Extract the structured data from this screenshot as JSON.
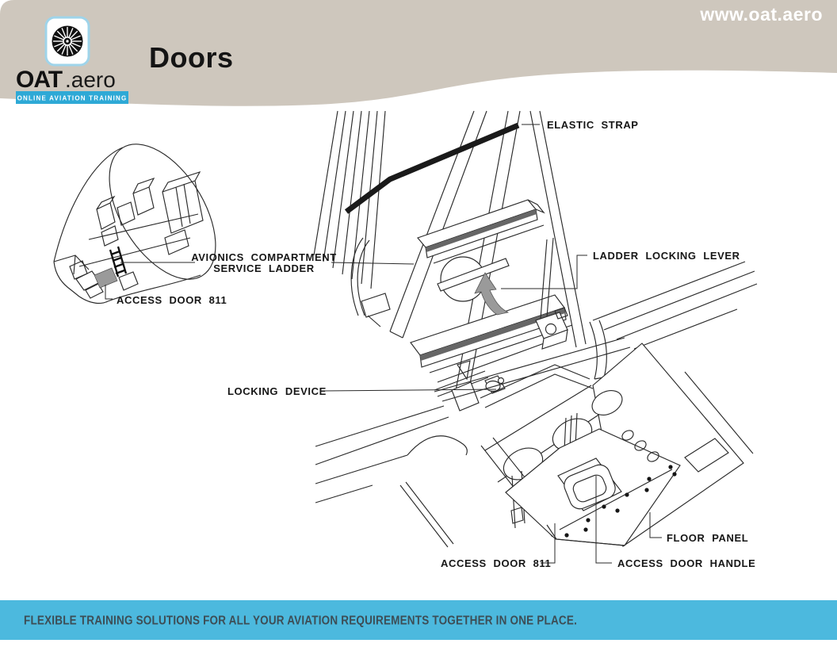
{
  "theme": {
    "band": "#cec7bd",
    "tagline-bg": "#2ea9d6",
    "footer-bg": "#4cb9de",
    "footer-fg": "#3d4d55",
    "line": "#2a2a2a",
    "shade": "#9a9a9a",
    "strap": "#1a1a1a"
  },
  "header": {
    "title": "Doors",
    "website": "www.oat.aero",
    "logo": {
      "brand_main": "OAT",
      "brand_suffix": ".aero",
      "tagline": "ONLINE AVIATION TRAINING"
    }
  },
  "diagram": {
    "labels": {
      "elastic_strap": "ELASTIC STRAP",
      "avionics_compartment_line1": "AVIONICS COMPARTMENT",
      "avionics_compartment_line2": "SERVICE LADDER",
      "ladder_locking_lever": "LADDER LOCKING LEVER",
      "locking_device": "LOCKING DEVICE",
      "access_door_811_inset": "ACCESS DOOR 811",
      "access_door_811_main": "ACCESS DOOR 811",
      "floor_panel": "FLOOR PANEL",
      "access_door_handle": "ACCESS DOOR HANDLE"
    }
  },
  "footer": {
    "tagline": "FLEXIBLE TRAINING SOLUTIONS FOR ALL YOUR AVIATION REQUIREMENTS TOGETHER IN ONE PLACE."
  }
}
